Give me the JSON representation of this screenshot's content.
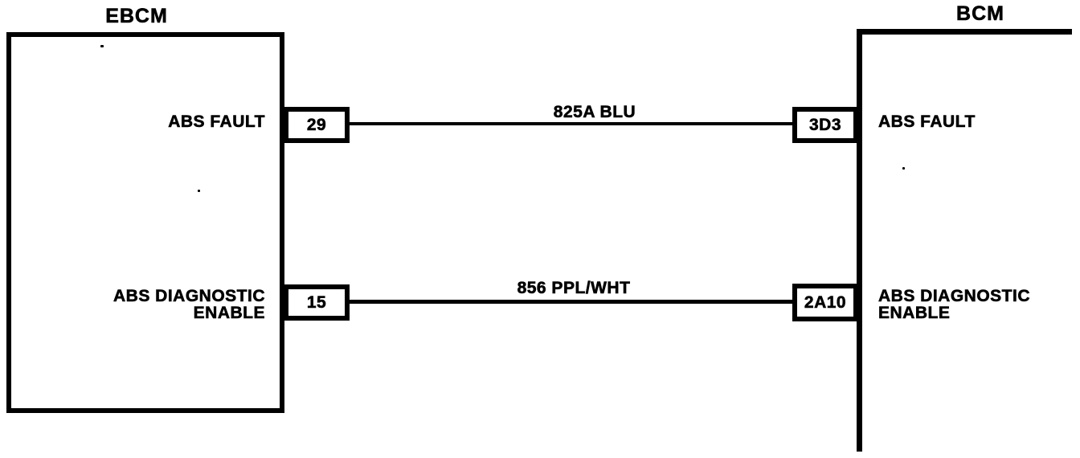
{
  "diagram": {
    "left_module": {
      "title": "EBCM",
      "pins": [
        {
          "terminal": "29",
          "signal_line1": "ABS FAULT",
          "signal_line2": ""
        },
        {
          "terminal": "15",
          "signal_line1": "ABS DIAGNOSTIC",
          "signal_line2": "ENABLE"
        }
      ]
    },
    "right_module": {
      "title": "BCM",
      "pins": [
        {
          "terminal": "3D3",
          "signal_line1": "ABS FAULT",
          "signal_line2": ""
        },
        {
          "terminal": "2A10",
          "signal_line1": "ABS DIAGNOSTIC",
          "signal_line2": "ENABLE"
        }
      ]
    },
    "wires": [
      {
        "label": "825A BLU"
      },
      {
        "label": "856 PPL/WHT"
      }
    ],
    "colors": {
      "ink": "#000000",
      "paper": "#ffffff"
    }
  }
}
